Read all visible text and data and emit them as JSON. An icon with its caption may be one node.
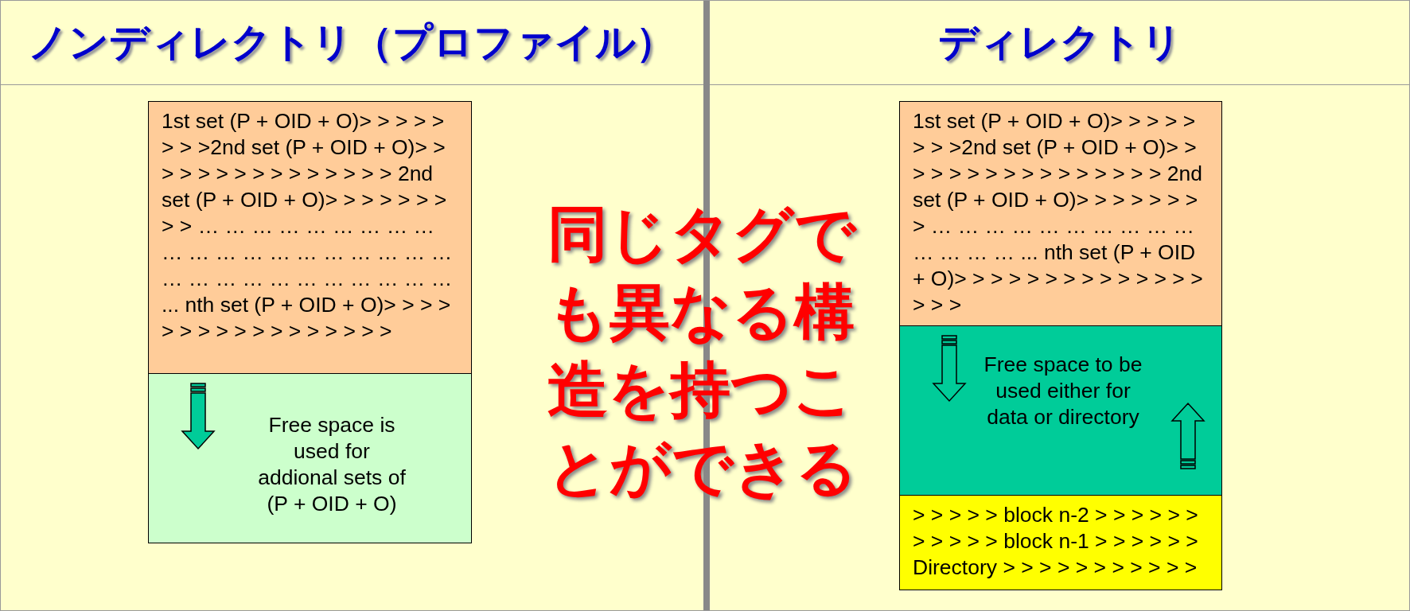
{
  "diagram": {
    "nodes": [
      {
        "text": [
          "1st set (P + OID + O)> > > > > > > >2nd set (P + OID + O)> > > > > > > > > > > > > > > 2nd set (P + OID + O)> > > > > > > > > … … … … … … … … … … … … … … … … … … … … … … … … … … … … … … … ... nth set (P + OID + O)> > > > > > > > > > > > > > > > >"
        ]
      },
      {
        "text": [
          "Free space is used for addional sets of (P + OID + O)"
        ]
      },
      {
        "text": [
          "1st set (P + OID + O)> > > > > > > >2nd set (P + OID + O)> > > > > > > > > > > > > > > > 2nd set (P + OID + O)> > > > > > > > … … … … … … … … … … … … … … ... nth set (P + OID + O)> > > > > > > > > > > > > > > > >"
        ]
      },
      {
        "text": [
          "Free space to be used either for data or directory"
        ]
      },
      {
        "text": [
          "> > > > > block n-2 > > > > > > > > > > > block n-1 > > > > > > Directory > > > > > > > > > > >"
        ]
      }
    ],
    "labels": [
      "ノンディレクトリ（プロファイル）",
      "ディレクトリ",
      "同じタグでも異なる構造を持つことができる"
    ]
  }
}
